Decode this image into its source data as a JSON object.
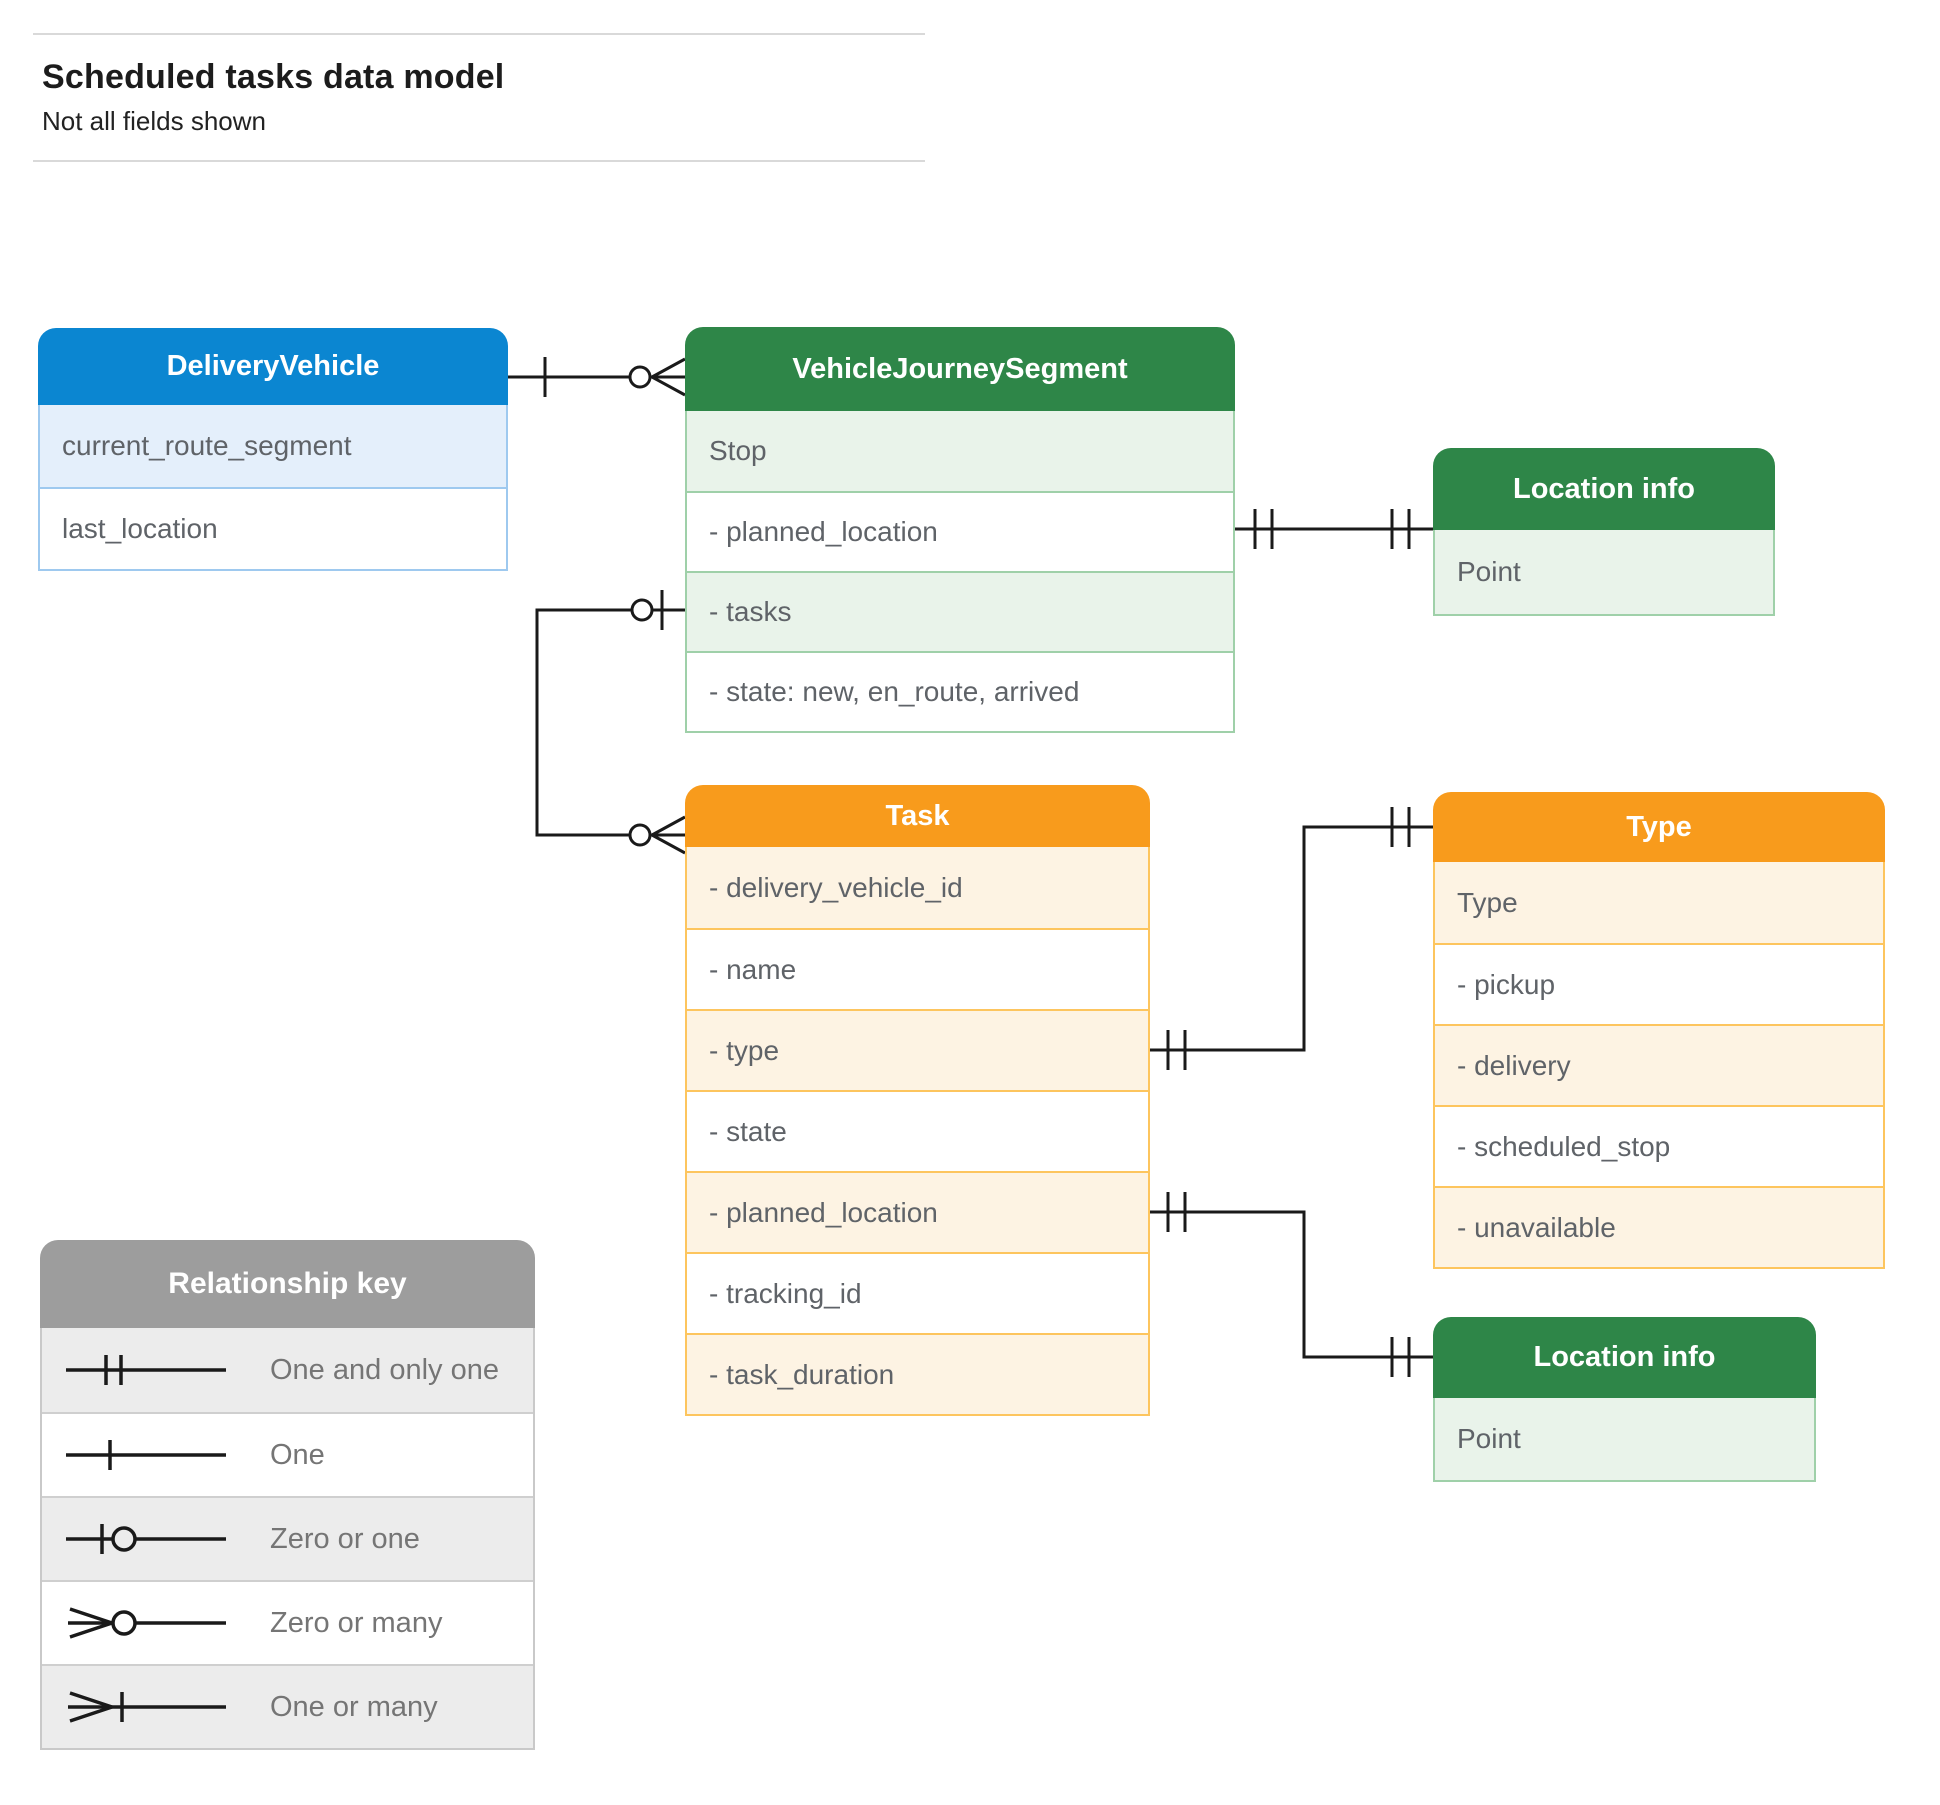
{
  "page": {
    "title": "Scheduled tasks data model",
    "subtitle": "Not all fields shown"
  },
  "colors": {
    "blue_header": "#0b86d1",
    "blue_tint": "#e4effb",
    "blue_border": "#9ec9ef",
    "green_header": "#2e8648",
    "green_tint": "#e9f3ea",
    "green_border": "#9fd0a9",
    "orange_header": "#f89b1c",
    "orange_tint": "#fdf3e3",
    "orange_border": "#fdc55e",
    "gray_header": "#9d9d9d",
    "gray_tint": "#ececec",
    "connector": "#1a1a1a",
    "row_text": "#5f6368"
  },
  "entities": {
    "delivery_vehicle": {
      "title": "DeliveryVehicle",
      "fields": [
        "current_route_segment",
        "last_location"
      ]
    },
    "vehicle_journey_segment": {
      "title": "VehicleJourneySegment",
      "fields": [
        "Stop",
        "- planned_location",
        "- tasks",
        "- state: new, en_route, arrived"
      ]
    },
    "location_info_top": {
      "title": "Location info",
      "fields": [
        "Point"
      ]
    },
    "task": {
      "title": "Task",
      "fields": [
        "- delivery_vehicle_id",
        "- name",
        "- type",
        "- state",
        "- planned_location",
        "- tracking_id",
        "- task_duration"
      ]
    },
    "type": {
      "title": "Type",
      "fields": [
        "Type",
        "- pickup",
        "- delivery",
        "- scheduled_stop",
        "- unavailable"
      ]
    },
    "location_info_bottom": {
      "title": "Location info",
      "fields": [
        "Point"
      ]
    }
  },
  "relationships": [
    {
      "from": "DeliveryVehicle",
      "to": "VehicleJourneySegment",
      "from_cardinality": "One",
      "to_cardinality": "Zero or many"
    },
    {
      "from": "VehicleJourneySegment.planned_location",
      "to": "Location info",
      "from_cardinality": "One and only one",
      "to_cardinality": "One and only one"
    },
    {
      "from": "VehicleJourneySegment.tasks",
      "to": "Task",
      "from_cardinality": "Zero or one",
      "to_cardinality": "Zero or many"
    },
    {
      "from": "Task.type",
      "to": "Type",
      "from_cardinality": "One and only one",
      "to_cardinality": "One and only one"
    },
    {
      "from": "Task.planned_location",
      "to": "Location info",
      "from_cardinality": "One and only one",
      "to_cardinality": "One and only one"
    }
  ],
  "legend": {
    "title": "Relationship key",
    "items": [
      "One and only one",
      "One",
      "Zero or one",
      "Zero or many",
      "One or many"
    ]
  }
}
